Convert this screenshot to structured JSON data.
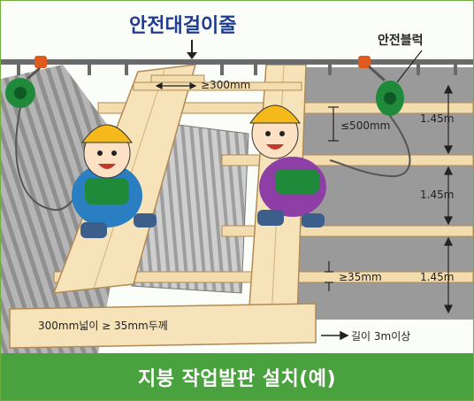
{
  "title": "안전대걸이줄",
  "block_label": "안전블럭",
  "dims": {
    "gap": "≥300mm",
    "step": "≤500mm",
    "thickness": "≥35mm",
    "rafter1": "1.45m",
    "rafter2": "1.45m",
    "rafter3": "1.45m"
  },
  "plank_note": "300mm넓이 ≥ 35mm두께",
  "length_note": "길이 3m이상",
  "footer": "지붕 작업발판 설치(예)",
  "colors": {
    "brand": "#4aa23f",
    "title": "#1f3c8f",
    "plank": "#f3dcae",
    "roof": "#a9a9a9",
    "helmet": "#f6b91c",
    "safety_green": "#1f8a3a"
  }
}
